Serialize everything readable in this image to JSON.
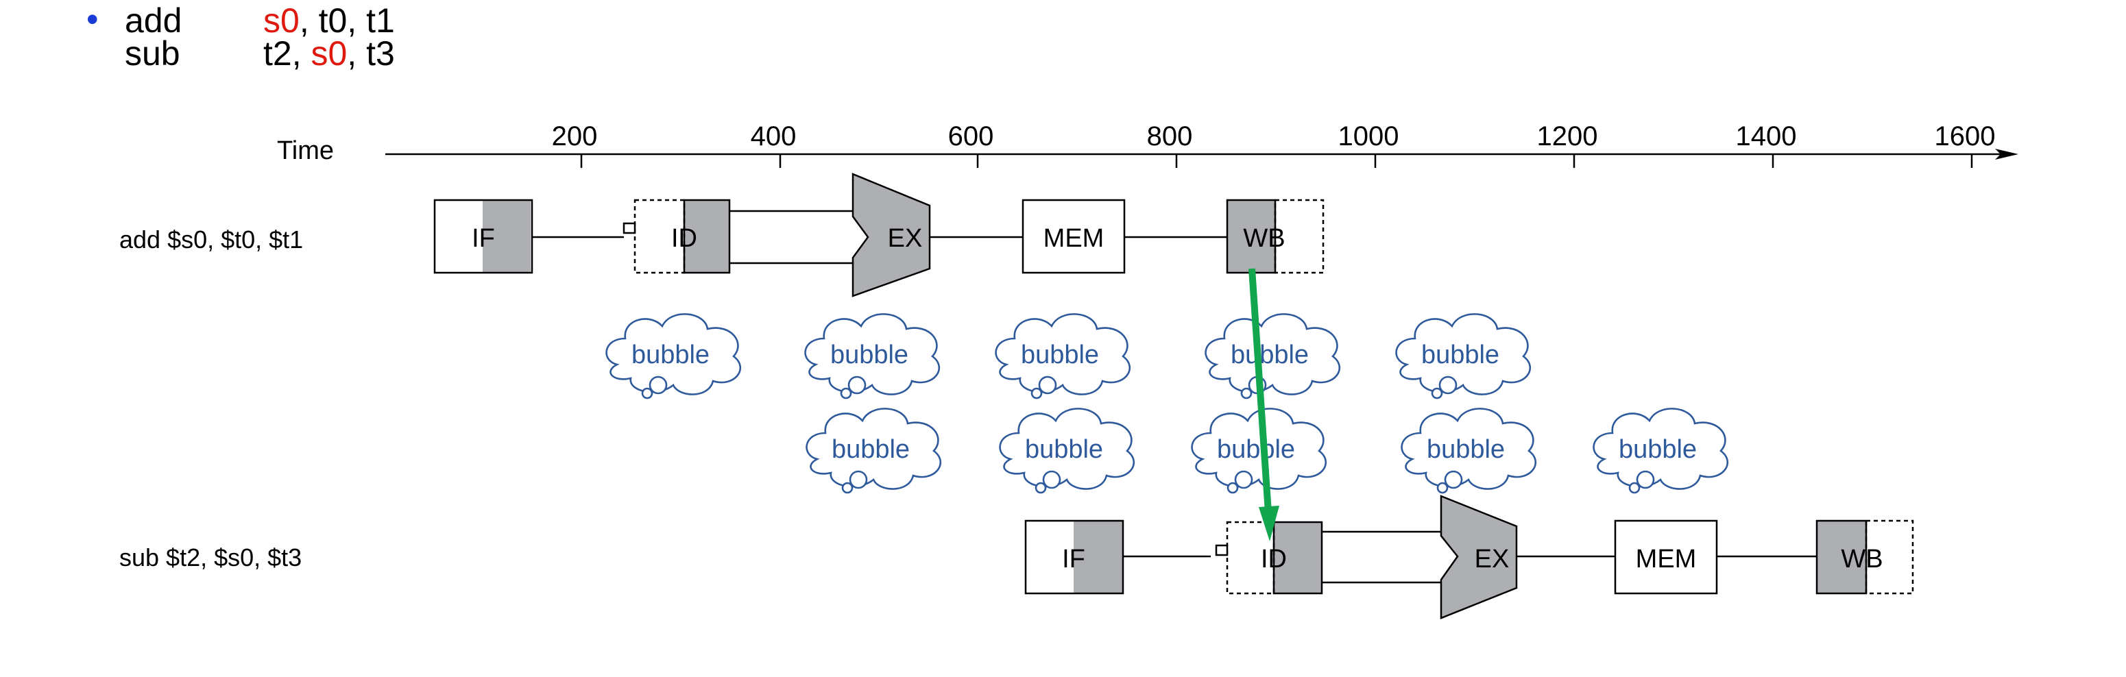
{
  "code": {
    "bullet": "•",
    "line1": {
      "op": "add",
      "dest": "s0",
      "rest": ", t0, t1"
    },
    "line2": {
      "op": "sub",
      "first": "t2, ",
      "hazard": "s0",
      "rest": ", t3"
    }
  },
  "timeline": {
    "label": "Time",
    "ticks": [
      "200",
      "400",
      "600",
      "800",
      "1000",
      "1200",
      "1400",
      "1600"
    ]
  },
  "instructions": [
    {
      "label": "add $s0, $t0, $t1",
      "stages": [
        "IF",
        "ID",
        "EX",
        "MEM",
        "WB"
      ]
    },
    {
      "label": "sub $t2, $s0, $t3",
      "stages": [
        "IF",
        "ID",
        "EX",
        "MEM",
        "WB"
      ]
    }
  ],
  "bubbles": {
    "label": "bubble"
  },
  "colors": {
    "stage_shade": "#aeafb2",
    "bubble_stroke": "#2e5a9c",
    "bubble_text": "#2e5a9c",
    "forward_arrow": "#12a64f",
    "highlight_register": "#e0190f",
    "bullet": "#1b3bd6"
  }
}
